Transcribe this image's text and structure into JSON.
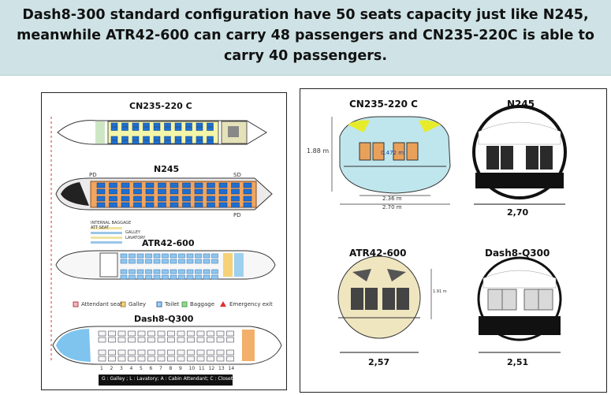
{
  "header": {
    "line1": "Dash8-300 standard configuration have 50 seats capacity just like N245,",
    "line2": "meanwhile ATR42-600 can carry 48 passengers and CN235-220C is able to",
    "line3": "carry 40 passengers."
  },
  "left_panel": {
    "cn235_title": "CN235-220 C",
    "n245_title": "N245",
    "atr_title": "ATR42-600",
    "dash8_title": "Dash8-Q300",
    "n245_side_left": "PD",
    "n245_side_right": "SD",
    "n245_side_right2": "PD",
    "n245_bar1": "INTERNAL BAGGAGE",
    "n245_bar2": "ATT SEAT",
    "n245_bar3": "GALLEY",
    "n245_bar4": "LAVATORY",
    "legend": {
      "attendant": "Attendant seat",
      "galley": "Galley",
      "toilet": "Toilet",
      "baggage": "Baggage",
      "emergency": "Emergency exit"
    },
    "dash8_rows": [
      "1",
      "2",
      "3",
      "4",
      "5",
      "6",
      "7",
      "8",
      "9",
      "10",
      "11",
      "12",
      "13",
      "14"
    ],
    "dash8_key": "G : Galley ; L : Lavatory; A : Cabin Attendant; C : Closet"
  },
  "right_panel": {
    "cn235_title": "CN235-220 C",
    "n245_title": "N245",
    "atr_title": "ATR42-600",
    "dash8_title": "Dash8-Q300",
    "cn235_height": "1.88 m",
    "cn235_aisle": "0.472 m",
    "cn235_floor_width": "2.36 m",
    "cn235_width": "2.70 m",
    "n245_width": "2,70",
    "atr_width": "2,57",
    "dash8_width": "2,51",
    "atr_height": "1.91 m"
  },
  "colors": {
    "banner": "#cfe3e6",
    "seat_blue": "#1f6fd1",
    "seat_orange": "#e9a15a",
    "fuselage_yellow": "#f2f0a6",
    "nose_blue": "#7fc4ef"
  }
}
